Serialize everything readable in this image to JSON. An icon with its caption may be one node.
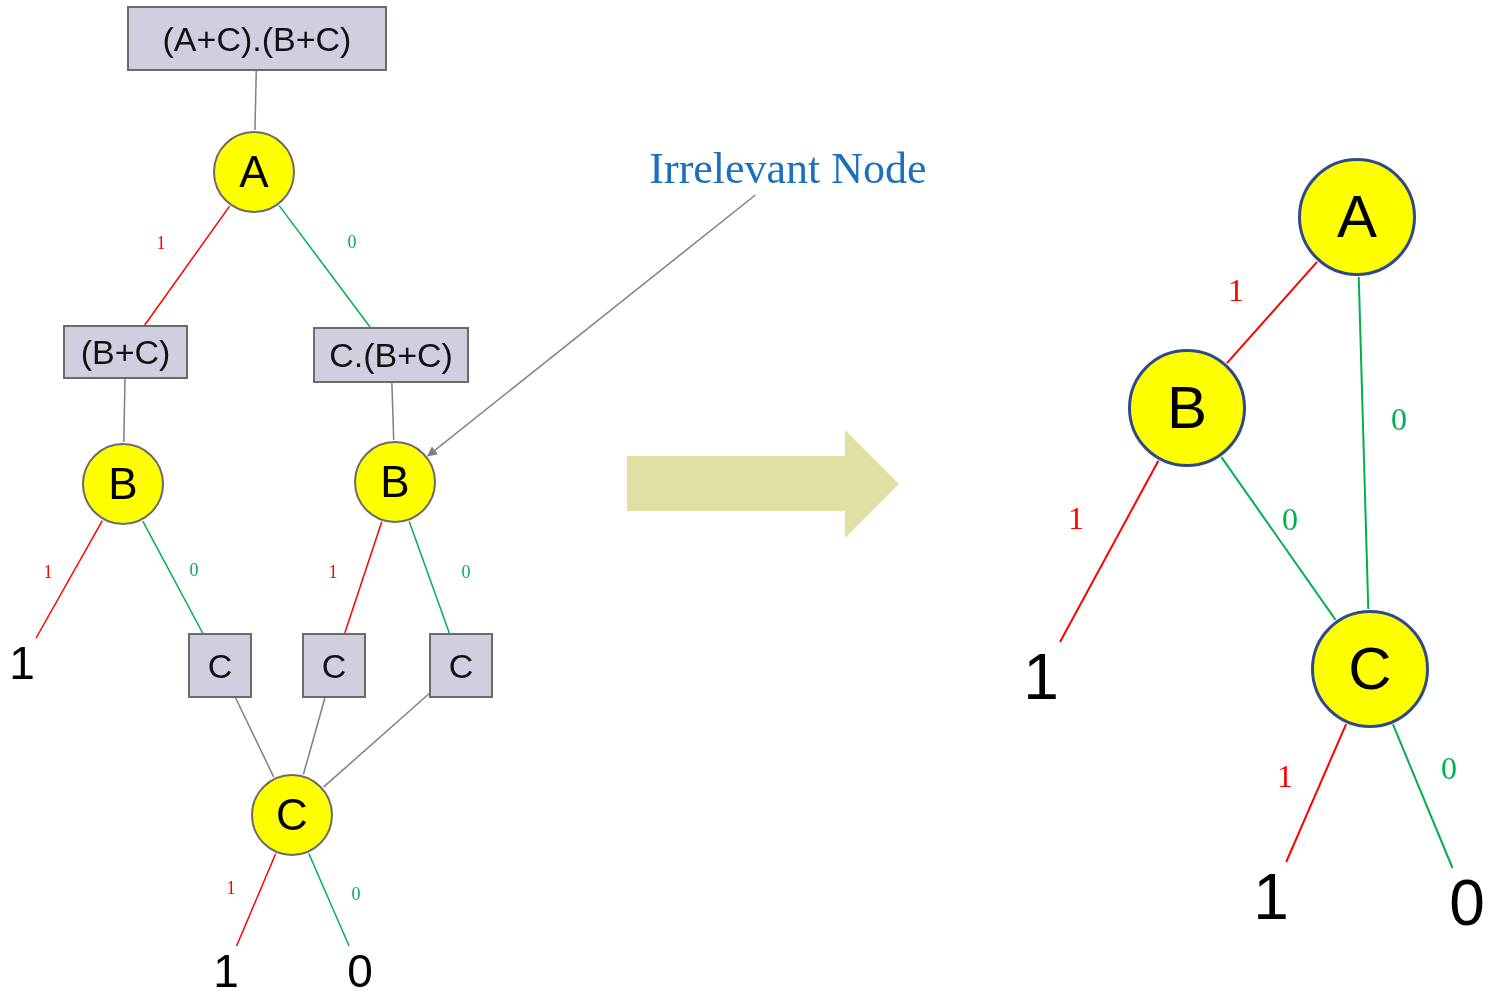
{
  "diagram": {
    "nodes": [
      {
        "text": [
          "(A+C).(B+C)"
        ]
      },
      {
        "text": [
          "A"
        ]
      },
      {
        "text": [
          "(B+C)"
        ]
      },
      {
        "text": [
          "C.(B+C)"
        ]
      },
      {
        "text": [
          "B"
        ]
      },
      {
        "text": [
          "B"
        ]
      },
      {
        "text": [
          "1"
        ]
      },
      {
        "text": [
          "C"
        ]
      },
      {
        "text": [
          "C"
        ]
      },
      {
        "text": [
          "C"
        ]
      },
      {
        "text": [
          "C"
        ]
      },
      {
        "text": [
          "1"
        ]
      },
      {
        "text": [
          "0"
        ]
      },
      {
        "text": [
          "Irrelevant Node"
        ]
      },
      {
        "text": [
          "A"
        ]
      },
      {
        "text": [
          "B"
        ]
      },
      {
        "text": [
          "1"
        ]
      },
      {
        "text": [
          "C"
        ]
      },
      {
        "text": [
          "1"
        ]
      },
      {
        "text": [
          "0"
        ]
      }
    ],
    "edges": [
      {
        "from": 0,
        "to": 1,
        "arrow": "none",
        "color": "#808080"
      },
      {
        "from": 1,
        "to": 2,
        "arrow": "none",
        "label": "1",
        "color": "#ff0000"
      },
      {
        "from": 1,
        "to": 3,
        "arrow": "none",
        "label": "0",
        "color": "#00b050"
      },
      {
        "from": 2,
        "to": 4,
        "arrow": "none",
        "color": "#808080"
      },
      {
        "from": 3,
        "to": 5,
        "arrow": "none",
        "color": "#808080"
      },
      {
        "from": 4,
        "to": 6,
        "arrow": "none",
        "label": "1",
        "color": "#ff0000"
      },
      {
        "from": 4,
        "to": 7,
        "arrow": "none",
        "label": "0",
        "color": "#00b050"
      },
      {
        "from": 5,
        "to": 8,
        "arrow": "none",
        "label": "1",
        "color": "#ff0000"
      },
      {
        "from": 5,
        "to": 9,
        "arrow": "none",
        "label": "0",
        "color": "#00b050"
      },
      {
        "from": 7,
        "to": 10,
        "arrow": "none",
        "color": "#808080"
      },
      {
        "from": 8,
        "to": 10,
        "arrow": "none",
        "color": "#808080"
      },
      {
        "from": 9,
        "to": 10,
        "arrow": "none",
        "color": "#808080"
      },
      {
        "from": 10,
        "to": 11,
        "arrow": "none",
        "label": "1",
        "color": "#ff0000"
      },
      {
        "from": 10,
        "to": 12,
        "arrow": "none",
        "label": "0",
        "color": "#00b050"
      },
      {
        "from": 13,
        "to": 5,
        "arrow": "to",
        "color": "#808080"
      },
      {
        "from": 14,
        "to": 15,
        "arrow": "none",
        "label": "1",
        "color": "#ff0000"
      },
      {
        "from": 14,
        "to": 17,
        "arrow": "none",
        "label": "0",
        "color": "#00b050"
      },
      {
        "from": 15,
        "to": 16,
        "arrow": "none",
        "label": "1",
        "color": "#ff0000"
      },
      {
        "from": 15,
        "to": 17,
        "arrow": "none",
        "label": "0",
        "color": "#00b050"
      },
      {
        "from": 17,
        "to": 18,
        "arrow": "none",
        "label": "1",
        "color": "#ff0000"
      },
      {
        "from": 17,
        "to": 19,
        "arrow": "none",
        "label": "0",
        "color": "#00b050"
      }
    ]
  }
}
